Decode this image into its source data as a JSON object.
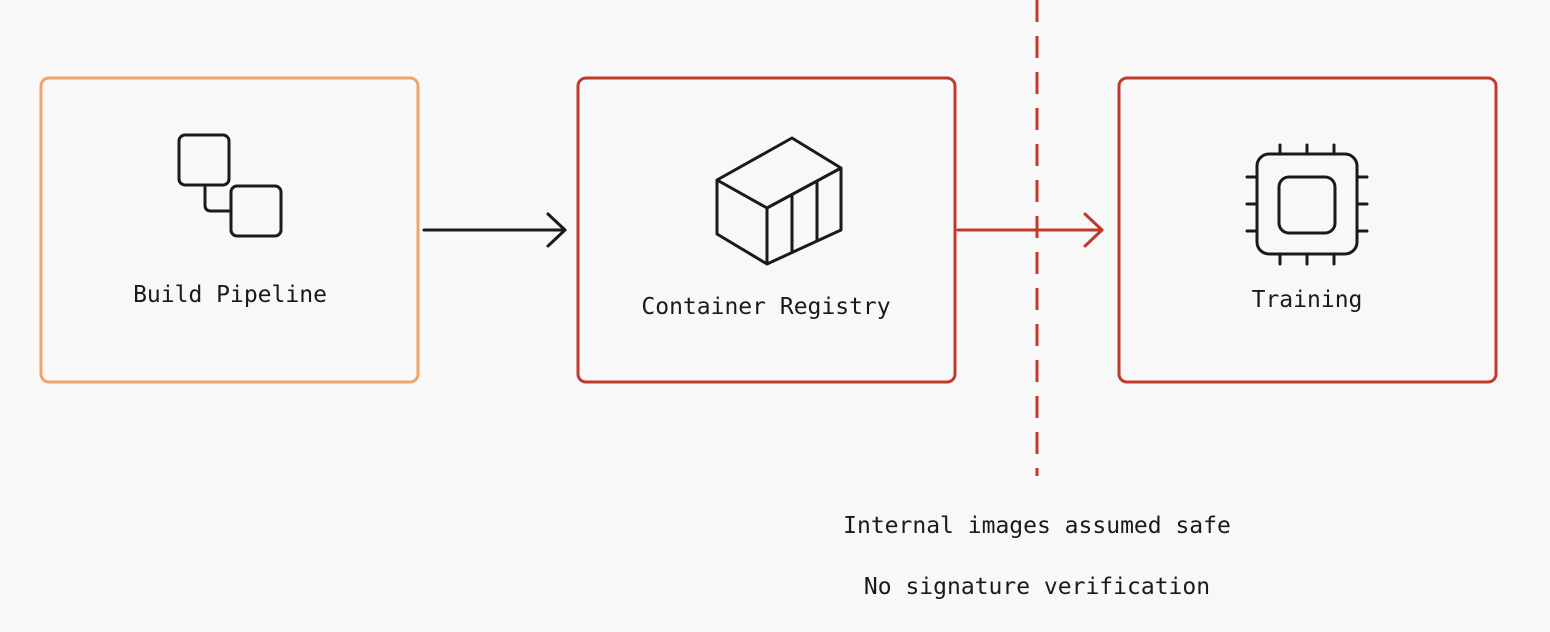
{
  "diagram": {
    "nodes": [
      {
        "id": "build",
        "label": "Build Pipeline",
        "icon": "pipeline-icon",
        "border_color": "#f0a36b"
      },
      {
        "id": "registry",
        "label": "Container Registry",
        "icon": "container-icon",
        "border_color": "#c0392b"
      },
      {
        "id": "training",
        "label": "Training",
        "icon": "chip-icon",
        "border_color": "#c0392b"
      }
    ],
    "edges": [
      {
        "from": "build",
        "to": "registry",
        "color": "#1a1a1a"
      },
      {
        "from": "registry",
        "to": "training",
        "color": "#c0392b"
      }
    ],
    "boundary": {
      "style": "dashed",
      "color": "#c0392b"
    },
    "notes": [
      "Internal images assumed safe",
      "No signature verification"
    ]
  }
}
